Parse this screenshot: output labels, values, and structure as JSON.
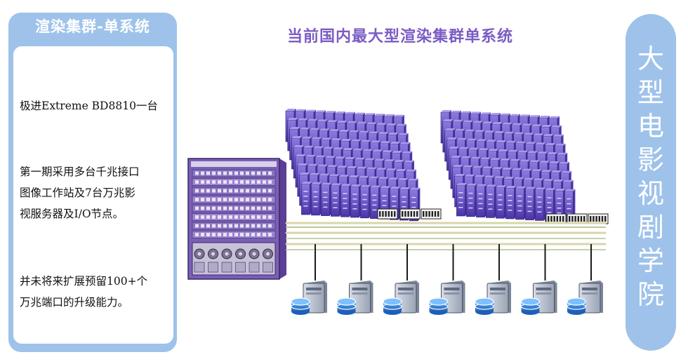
{
  "left_panel": {
    "title": "渲染集群-单系统",
    "para1": "极进Extreme BD8810一台",
    "para2_line1": "第一期采用多台千兆接口",
    "para2_line2": "图像工作站及7台万兆影",
    "para2_line3": "视服务器及I/O节点。",
    "para3_line1": "并未将来扩展预留100+个",
    "para3_line2": "万兆端口的升级能力。"
  },
  "main_title": "当前国内最大型渲染集群单系统",
  "side_title": [
    "大",
    "型",
    "电",
    "影",
    "视",
    "剧",
    "学",
    "院"
  ],
  "diagram": {
    "server_count": 7,
    "rack_rows": 9,
    "rack_cols": 12
  },
  "colors": {
    "panel_blue": "#9ec2ea",
    "title_purple": "#7b5cc4",
    "rack_purple": "#6a4fbf",
    "switch_purple": "#6b4ea8"
  }
}
